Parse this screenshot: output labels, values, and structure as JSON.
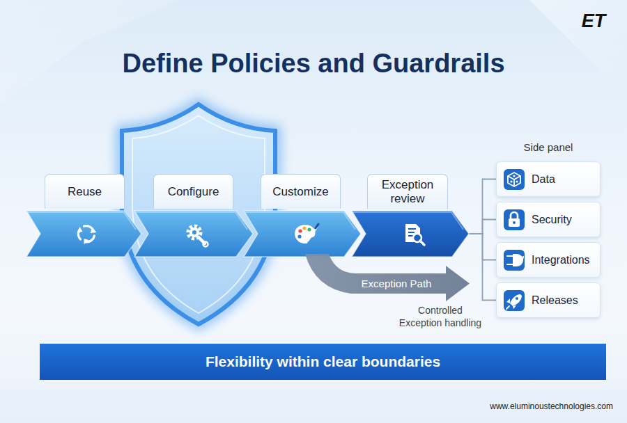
{
  "diagram": {
    "title": "Define Policies and Guardrails",
    "nodes": [
      {
        "text": [
          "Reuse"
        ]
      },
      {
        "text": [
          "Configure"
        ]
      },
      {
        "text": [
          "Customize"
        ]
      },
      {
        "text": [
          "Exception review"
        ]
      },
      {
        "text": [
          "Exception Path"
        ]
      },
      {
        "text": [
          "Data"
        ]
      },
      {
        "text": [
          "Security"
        ]
      },
      {
        "text": [
          "Integrations"
        ]
      },
      {
        "text": [
          "Releases"
        ]
      },
      {
        "text": [
          "Flexibility within clear boundaries"
        ]
      }
    ],
    "edges": [
      {
        "from": 3,
        "to": 5,
        "arrow": "none"
      },
      {
        "from": 3,
        "to": 6,
        "arrow": "none"
      },
      {
        "from": 3,
        "to": 7,
        "arrow": "none"
      },
      {
        "from": 3,
        "to": 8,
        "arrow": "none"
      }
    ],
    "labels": [
      "ET",
      "Side panel",
      "Controlled Exception handling",
      "www.eluminoustechnologies.com"
    ]
  }
}
